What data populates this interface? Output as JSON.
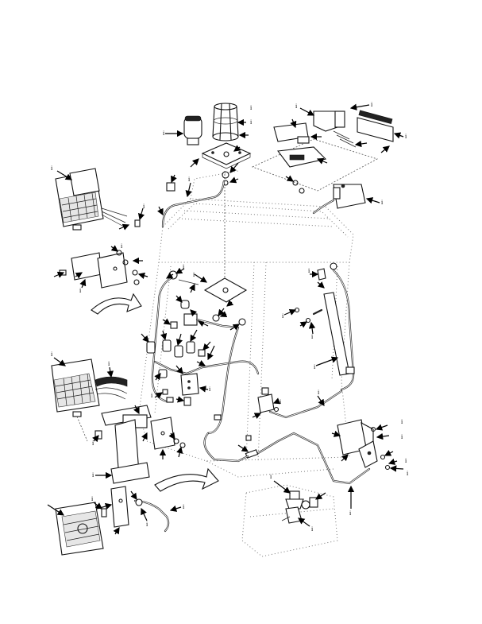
{
  "diagram": {
    "callout_marks": [
      "i",
      "i",
      "i",
      "i",
      "i",
      "i",
      "i",
      "i",
      "i",
      "i",
      "i",
      "i",
      "i",
      "i",
      "i",
      "i",
      "i",
      "i",
      "i",
      "i",
      "i",
      "i",
      "i",
      "i",
      "i",
      "i",
      "i",
      "i",
      "i",
      "i",
      "i",
      "i",
      "i",
      "i",
      "i",
      "i"
    ]
  }
}
